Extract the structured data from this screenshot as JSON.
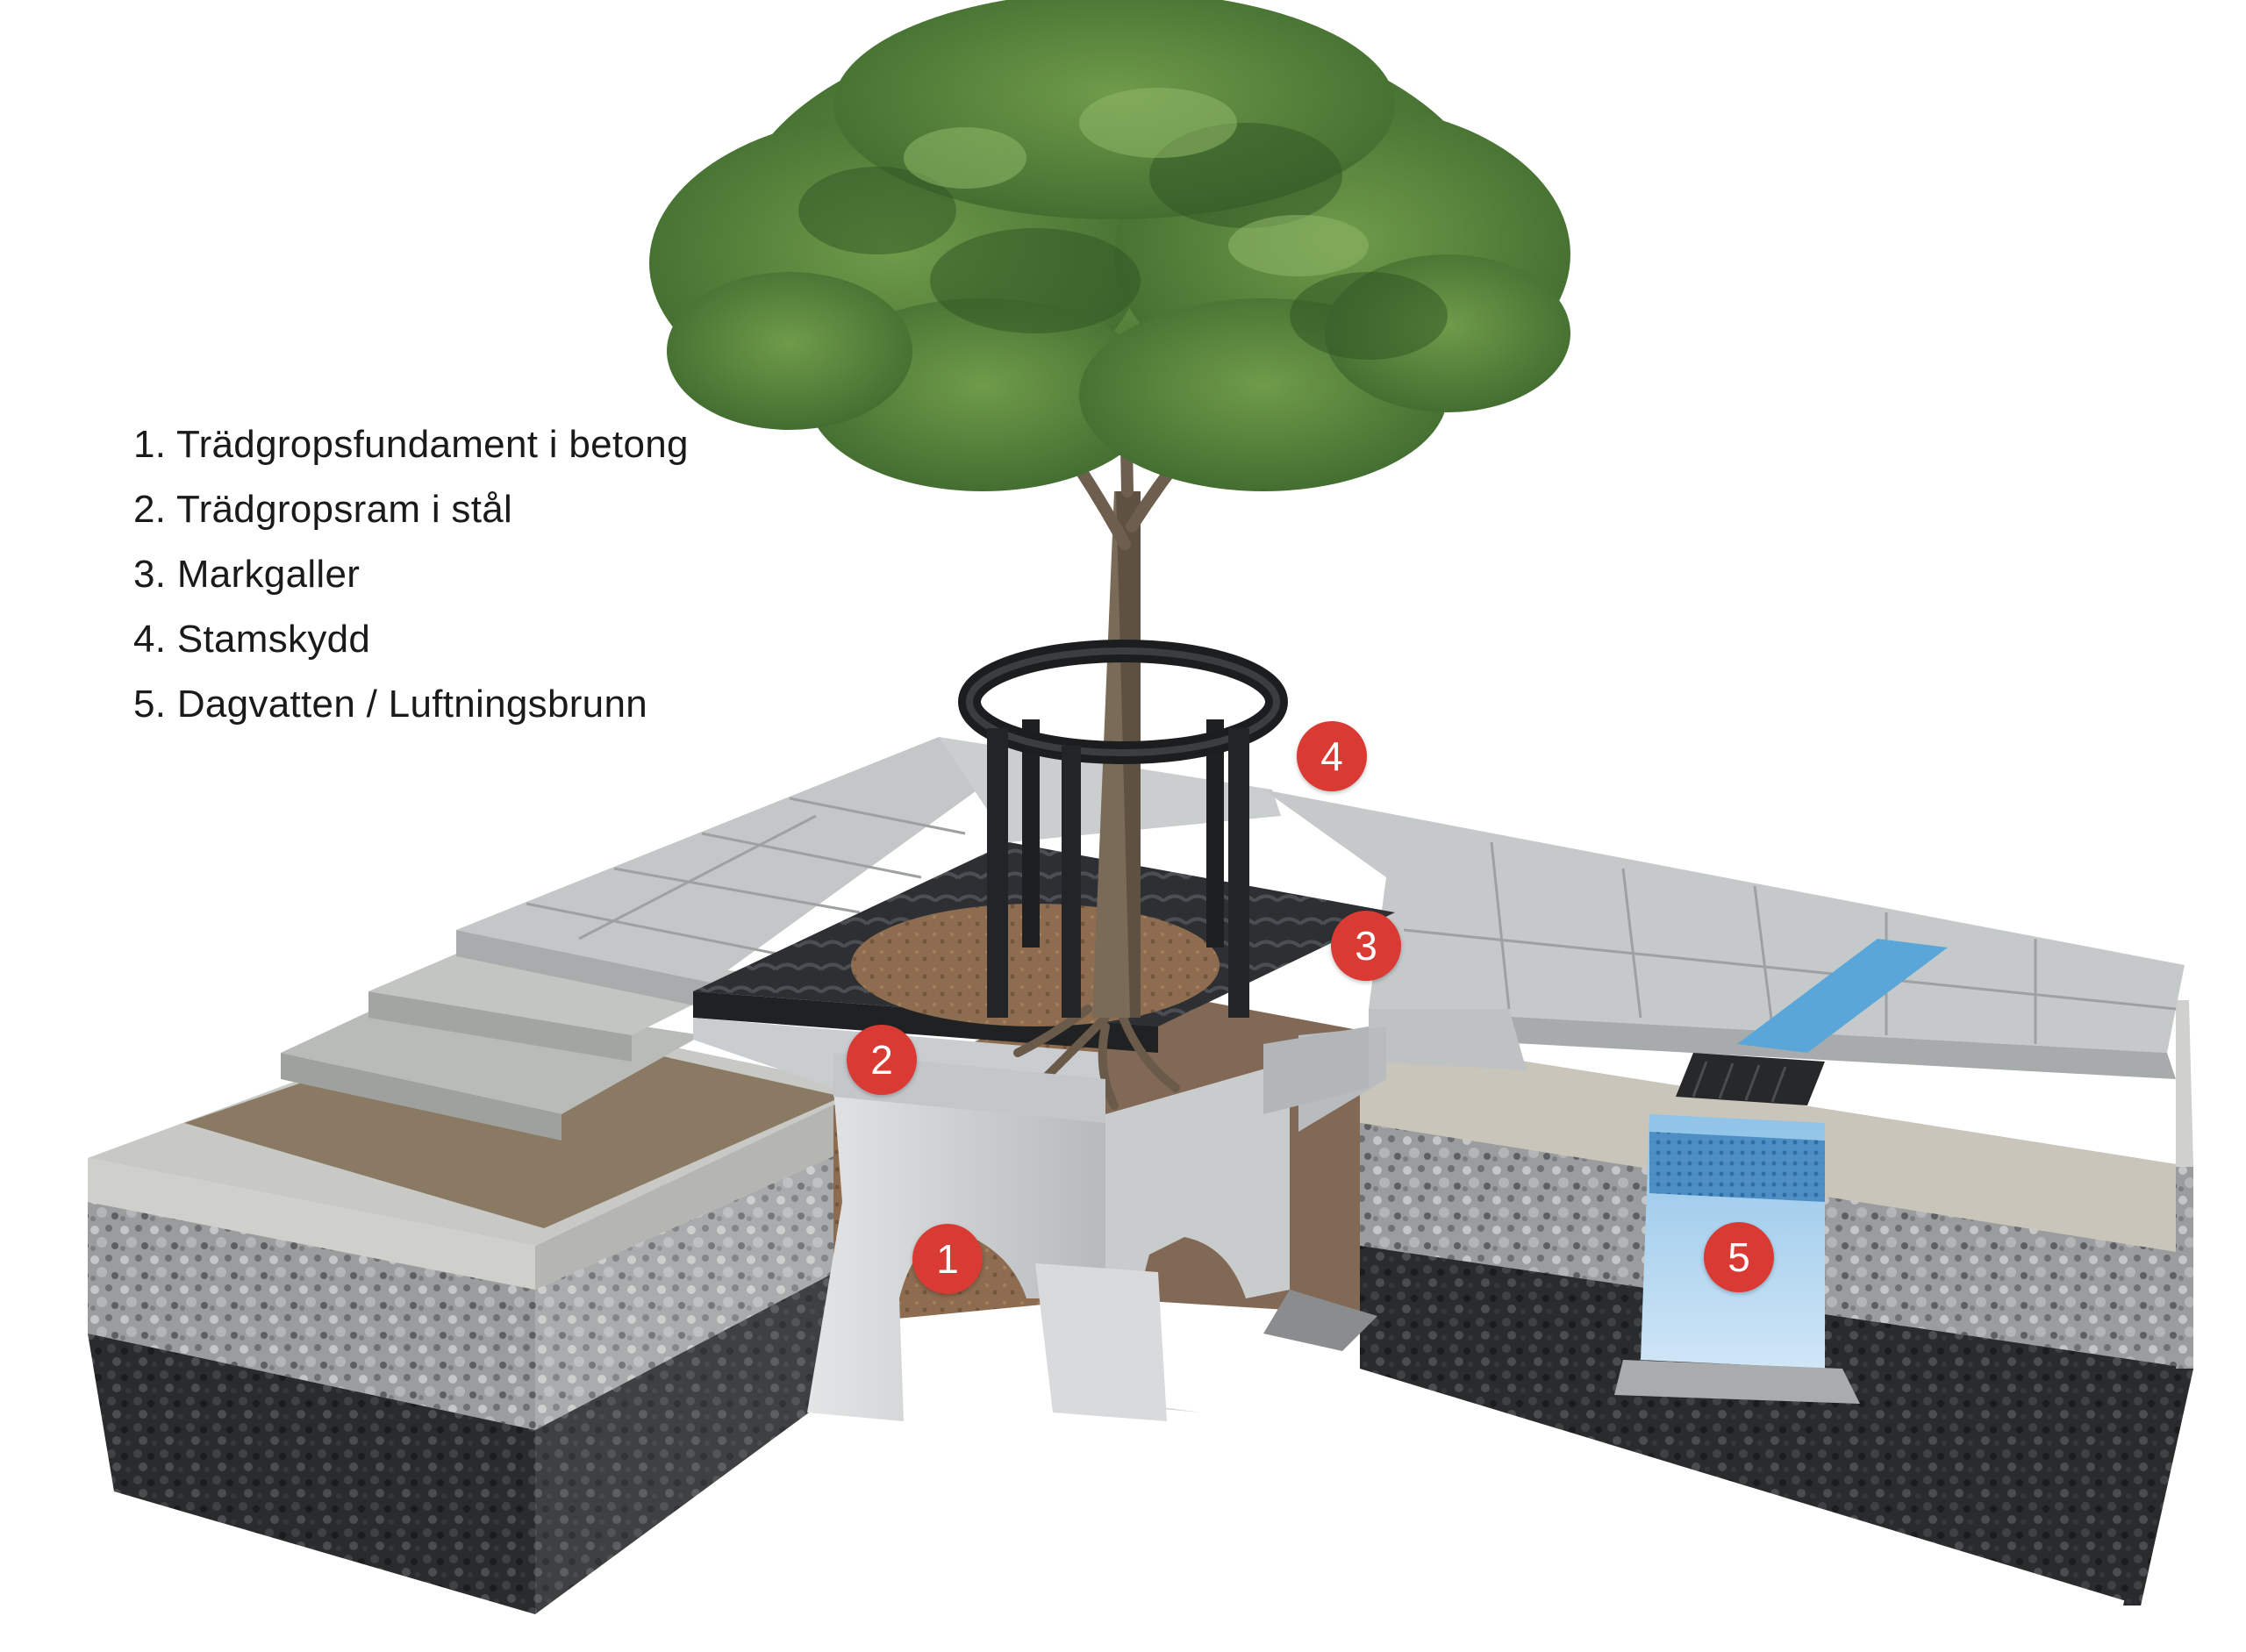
{
  "legend": {
    "items": [
      "1. Trädgropsfundament i betong",
      "2. Trädgropsram i stål",
      "3. Markgaller",
      "4. Stamskydd",
      "5. Dagvatten / Luftningsbrunn"
    ]
  },
  "markers": {
    "foundation": "1",
    "frame": "2",
    "grate": "3",
    "trunk_guard": "4",
    "drain_well": "5"
  },
  "colors": {
    "marker": "#d93a33",
    "paving": "#c9cccd",
    "gravel": "#8f9192",
    "subbase": "#2b2c2e",
    "concrete": "#d7d9da",
    "soil": "#8a6a4f",
    "grate": "#2e3033",
    "water": "#5aa6d8",
    "foliage": "#4f7d3a",
    "trunk": "#7a6a58"
  }
}
